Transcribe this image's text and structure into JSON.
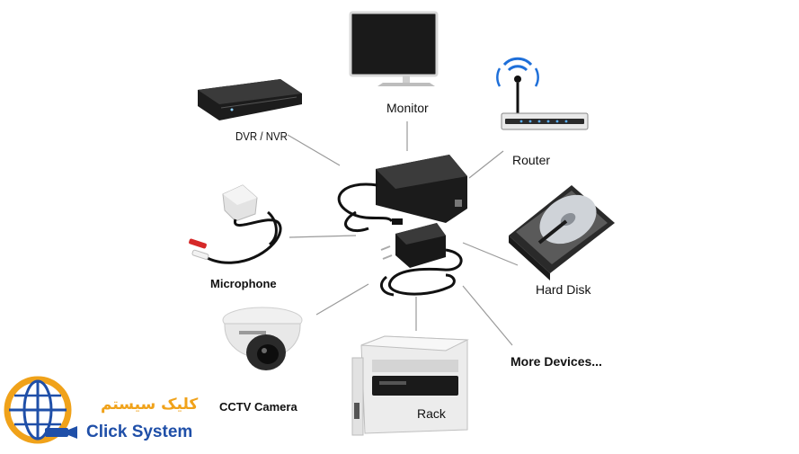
{
  "labels": {
    "monitor": "Monitor",
    "dvr": "DVR / NVR",
    "router": "Router",
    "microphone": "Microphone",
    "hard_disk": "Hard Disk",
    "more_devices": "More Devices...",
    "cctv_camera": "CCTV Camera",
    "rack": "Rack"
  },
  "brand": {
    "name_fa": "کلیک سیستم",
    "name_en": "Click System"
  },
  "colors": {
    "connector_line": "#9a9a9a",
    "brand_blue": "#1f4fa8",
    "brand_orange": "#f0a21a",
    "router_signal": "#1e6fd9"
  }
}
